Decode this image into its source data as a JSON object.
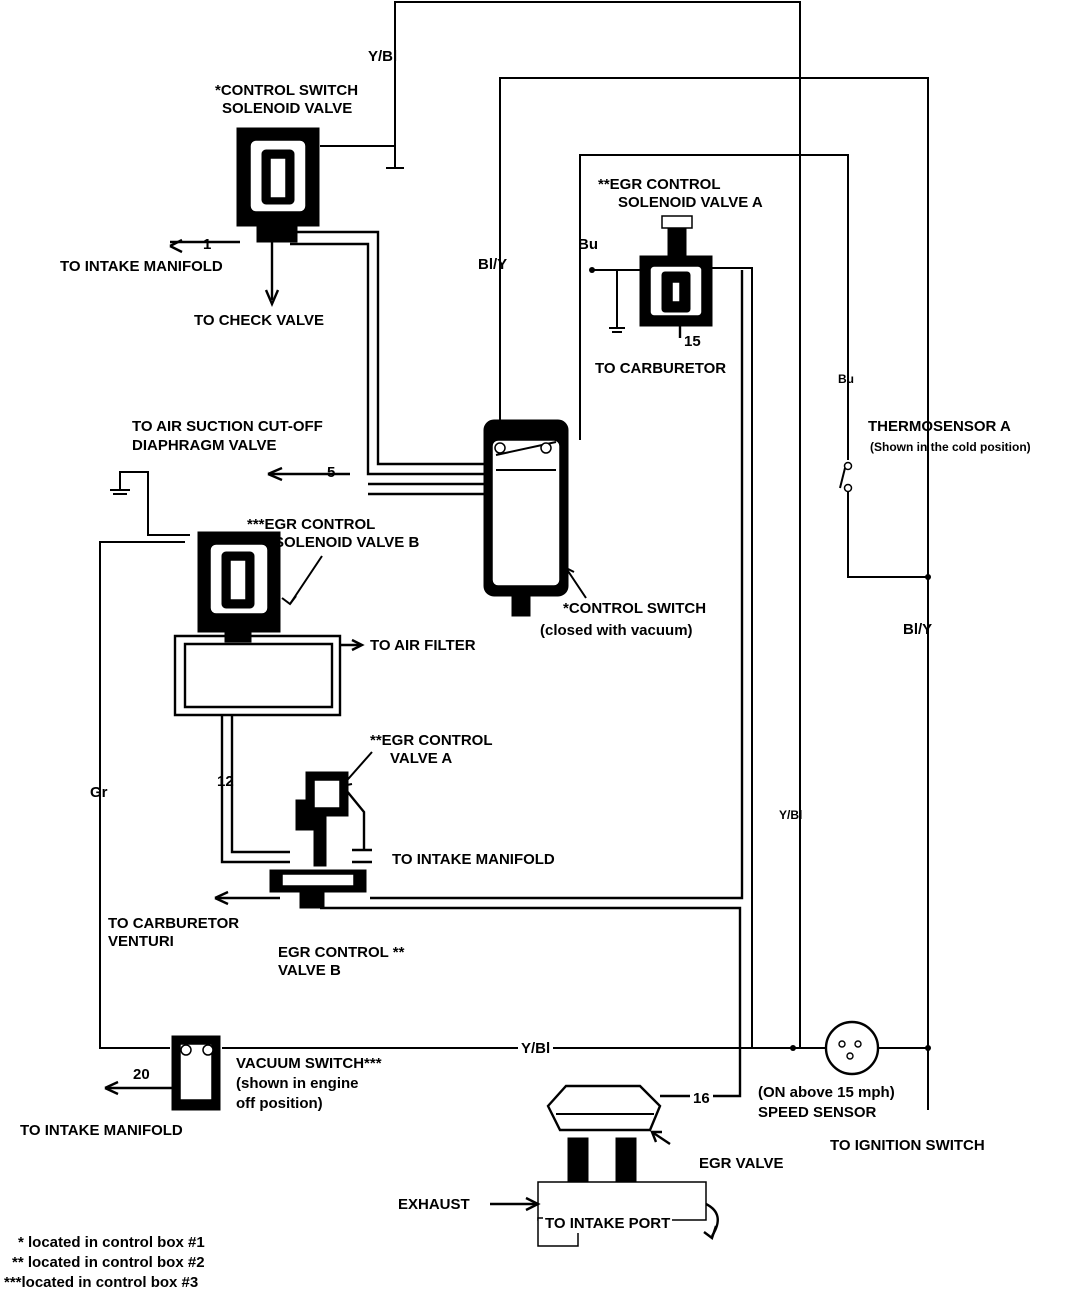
{
  "labels": {
    "yb_top": "Y/Bl",
    "ccs_solenoid_1": "*CONTROL SWITCH",
    "ccs_solenoid_2": "SOLENOID VALVE",
    "egr_sol_a_1": "**EGR CONTROL",
    "egr_sol_a_2": "SOLENOID VALVE A",
    "bu_1": "Bu",
    "bly_1": "Bl/Y",
    "intake_1": "TO INTAKE MANIFOLD",
    "num_1": "1",
    "check_valve": "TO CHECK VALVE",
    "num_15": "15",
    "carb": "TO CARBURETOR",
    "bu_2": "Bu",
    "thermo_1": "THERMOSENSOR A",
    "thermo_2": "(Shown in the cold position)",
    "air_cut_1": "TO AIR SUCTION CUT-OFF",
    "air_cut_2": "DIAPHRAGM VALVE",
    "num_5": "5",
    "egr_sol_b_1": "***EGR CONTROL",
    "egr_sol_b_2": "SOLENOID VALVE B",
    "ctrl_switch_1": "*CONTROL SWITCH",
    "ctrl_switch_2": "(closed with vacuum)",
    "bly_2": "Bl/Y",
    "air_filter": "TO AIR FILTER",
    "egr_valve_a_1": "**EGR CONTROL",
    "egr_valve_a_2": "VALVE A",
    "num_12": "12",
    "gr": "Gr",
    "yb_mid": "Y/Bl",
    "intake_2": "TO INTAKE MANIFOLD",
    "venturi_1": "TO CARBURETOR",
    "venturi_2": "VENTURI",
    "egr_valve_b_1": "EGR CONTROL **",
    "egr_valve_b_2": "VALVE B",
    "yb_bottom": "Y/Bl",
    "num_20": "20",
    "vac_switch_1": "VACUUM SWITCH***",
    "vac_switch_2": "(shown in engine",
    "vac_switch_3": "off position)",
    "intake_3": "TO INTAKE MANIFOLD",
    "num_16": "16",
    "speed_1": "(ON above 15 mph)",
    "speed_2": "SPEED SENSOR",
    "ignition": "TO IGNITION SWITCH",
    "egr_valve": "EGR VALVE",
    "exhaust": "EXHAUST",
    "intake_port": "TO INTAKE PORT",
    "legend_1": "* located in control box  #1",
    "legend_2": "** located in control box  #2",
    "legend_3": "***located in control box  #3"
  }
}
